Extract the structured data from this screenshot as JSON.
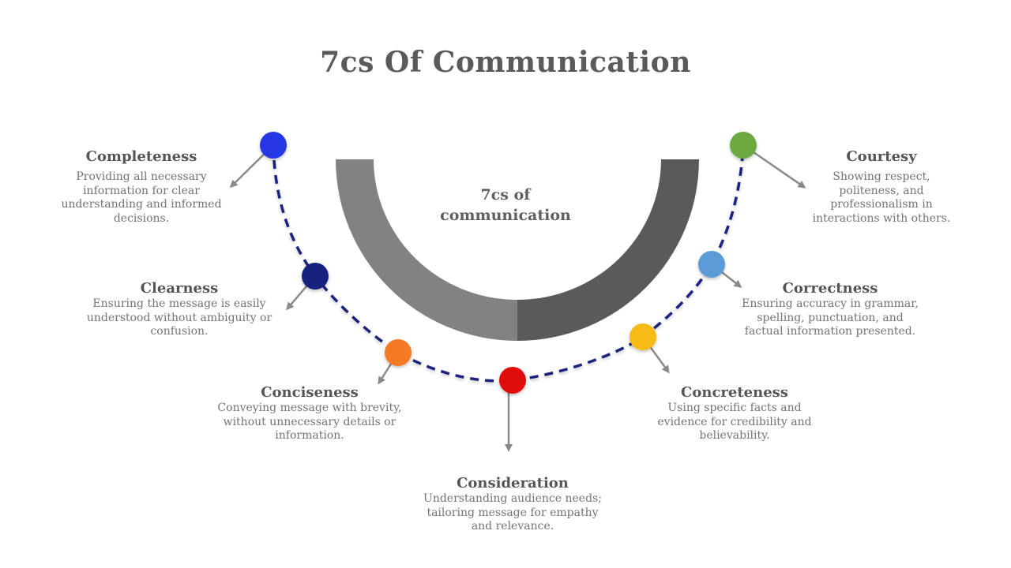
{
  "slide": {
    "title": "7cs Of Communication",
    "center_label_line1": "7cs of",
    "center_label_line2": "communication"
  },
  "colors": {
    "arc_left": "#828282",
    "arc_right": "#5a5a5a",
    "dashed_path": "#1a237e",
    "arrow": "#8a8a8a"
  },
  "items": [
    {
      "title": "Completeness",
      "description": "Providing all necessary information for clear understanding and informed decisions.",
      "color": "#2637e6"
    },
    {
      "title": "Clearness",
      "description": "Ensuring the message is easily understood without ambiguity or confusion.",
      "color": "#13217e"
    },
    {
      "title": "Conciseness",
      "description": "Conveying message with brevity, without unnecessary details or information.",
      "color": "#f47a25"
    },
    {
      "title": "Consideration",
      "description": "Understanding audience needs; tailoring message for empathy and relevance.",
      "color": "#e01010"
    },
    {
      "title": "Concreteness",
      "description": "Using specific facts and evidence for credibility and believability.",
      "color": "#f6bb12"
    },
    {
      "title": "Correctness",
      "description": "Ensuring accuracy in grammar, spelling, punctuation, and factual information presented.",
      "color": "#5b9bd5"
    },
    {
      "title": "Courtesy",
      "description": "Showing respect, politeness, and professionalism in interactions with others.",
      "color": "#6aaa40"
    }
  ]
}
